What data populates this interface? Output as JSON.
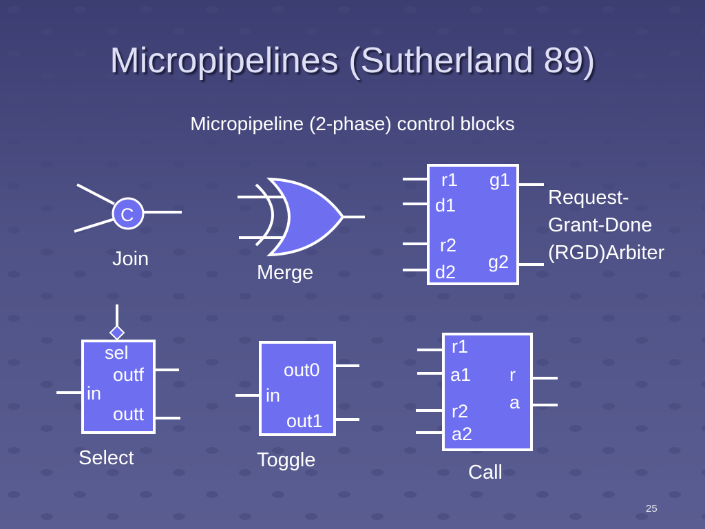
{
  "slide": {
    "title": "Micropipelines (Sutherland 89)",
    "subtitle": "Micropipeline (2-phase) control blocks",
    "number": "25"
  },
  "colors": {
    "background": "#4a4c80",
    "block_fill": "#6e6ef0",
    "line": "#ffffff",
    "title_text": "#dfe0f5"
  },
  "blocks": {
    "join": {
      "symbol": "C",
      "caption": "Join"
    },
    "merge": {
      "caption": "Merge"
    },
    "arbiter": {
      "ports": {
        "r1": "r1",
        "g1": "g1",
        "d1": "d1",
        "r2": "r2",
        "g2": "g2",
        "d2": "d2"
      },
      "caption_lines": [
        "Request-",
        "Grant-Done",
        "(RGD)Arbiter"
      ]
    },
    "select": {
      "ports": {
        "sel": "sel",
        "outf": "outf",
        "in": "in",
        "outt": "outt"
      },
      "caption": "Select"
    },
    "toggle": {
      "ports": {
        "out0": "out0",
        "in": "in",
        "out1": "out1"
      },
      "caption": "Toggle"
    },
    "call": {
      "ports": {
        "r1": "r1",
        "a1": "a1",
        "r": "r",
        "a": "a",
        "r2": "r2",
        "a2": "a2"
      },
      "caption": "Call"
    }
  }
}
